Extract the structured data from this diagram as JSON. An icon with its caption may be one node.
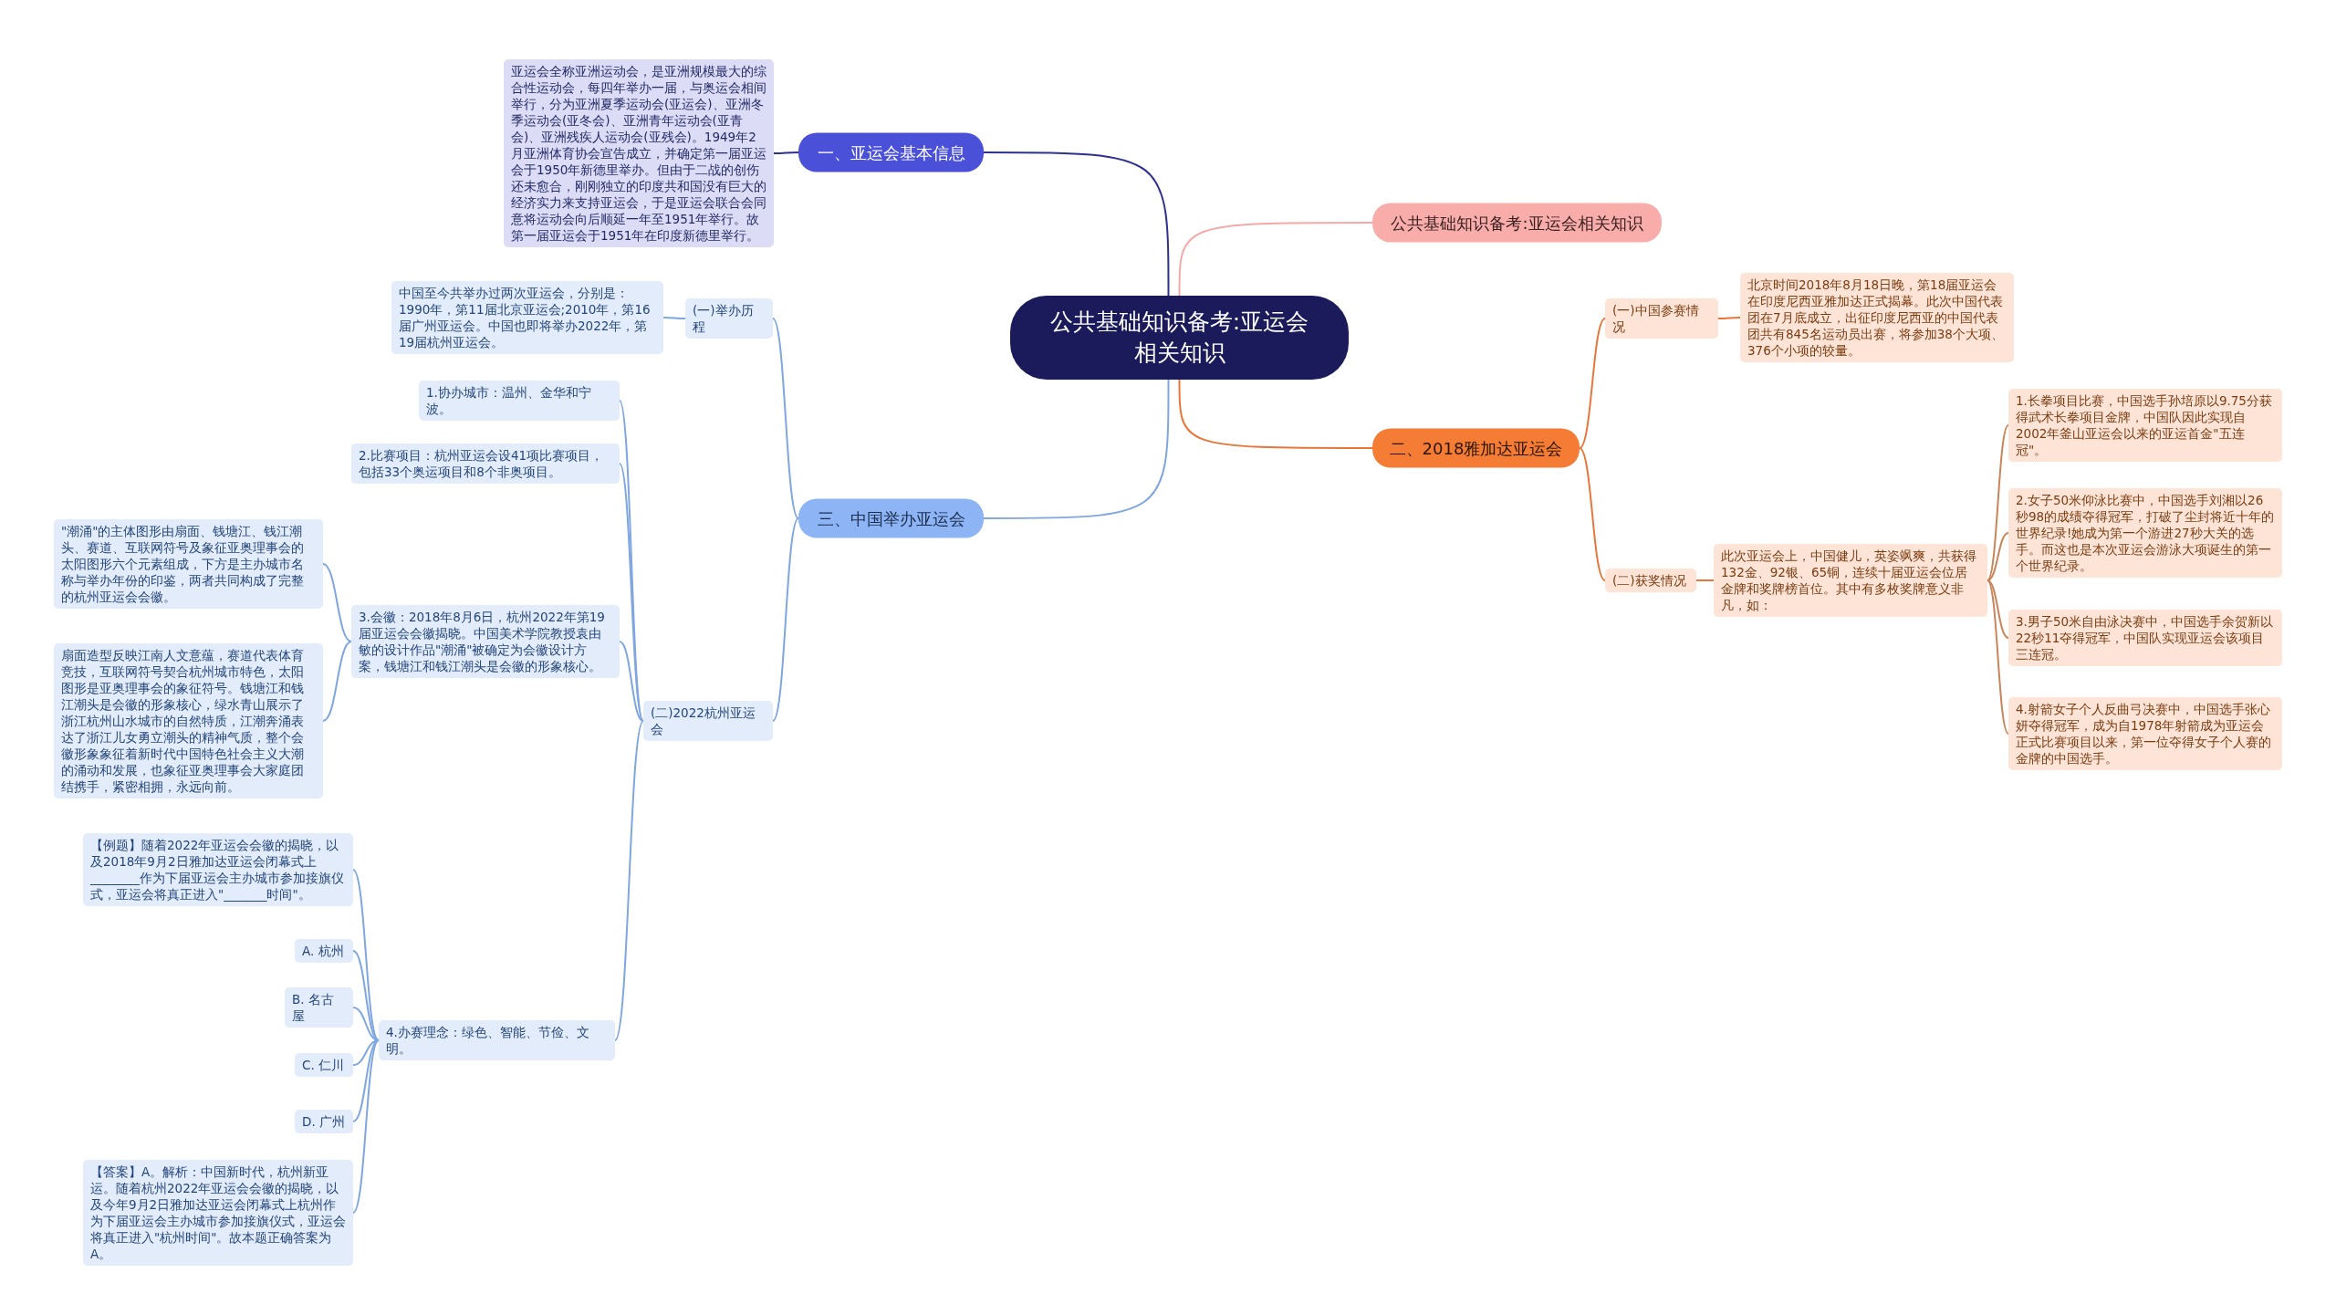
{
  "diagram": {
    "nodes": [
      {
        "text": [
          "公共基础知识备考:亚运会相关知识"
        ]
      },
      {
        "text": [
          "一、亚运会基本信息"
        ]
      },
      {
        "text": [
          "亚运会全称亚洲运动会，是亚洲规模最大的综合性运动会，每四年举办一届，与奥运会相间举行，分为亚洲夏季运动会(亚运会)、亚洲冬季运动会(亚冬会)、亚洲青年运动会(亚青会)、亚洲残疾人运动会(亚残会)。1949年2月亚洲体育协会宣告成立，并确定第一届亚运会于1950年新德里举办。但由于二战的创伤还未愈合，刚刚独立的印度共和国没有巨大的经济实力来支持亚运会，于是亚运会联合会同意将运动会向后顺延一年至1951年举行。故第一届亚运会于1951年在印度新德里举行。"
        ]
      },
      {
        "text": [
          "公共基础知识备考:亚运会相关知识"
        ]
      },
      {
        "text": [
          "二、2018雅加达亚运会"
        ]
      },
      {
        "text": [
          "(一)中国参赛情况"
        ]
      },
      {
        "text": [
          "北京时间2018年8月18日晚，第18届亚运会在印度尼西亚雅加达正式揭幕。此次中国代表团在7月底成立，出征印度尼西亚的中国代表团共有845名运动员出赛，将参加38个大项、376个小项的较量。"
        ]
      },
      {
        "text": [
          "(二)获奖情况"
        ]
      },
      {
        "text": [
          "此次亚运会上，中国健儿，英姿飒爽，共获得132金、92银、65铜，连续十届亚运会位居金牌和奖牌榜首位。其中有多枚奖牌意义非凡，如："
        ]
      },
      {
        "text": [
          "1.长拳项目比赛，中国选手孙培原以9.75分获得武术长拳项目金牌，中国队因此实现自2002年釜山亚运会以来的亚运首金\"五连冠\"。"
        ]
      },
      {
        "text": [
          "2.女子50米仰泳比赛中，中国选手刘湘以26秒98的成绩夺得冠军，打破了尘封将近十年的世界纪录!她成为第一个游进27秒大关的选手。而这也是本次亚运会游泳大项诞生的第一个世界纪录。"
        ]
      },
      {
        "text": [
          "3.男子50米自由泳决赛中，中国选手余贺新以22秒11夺得冠军，中国队实现亚运会该项目三连冠。"
        ]
      },
      {
        "text": [
          "4.射箭女子个人反曲弓决赛中，中国选手张心妍夺得冠军，成为自1978年射箭成为亚运会正式比赛项目以来，第一位夺得女子个人赛的金牌的中国选手。"
        ]
      },
      {
        "text": [
          "三、中国举办亚运会"
        ]
      },
      {
        "text": [
          "(一)举办历程"
        ]
      },
      {
        "text": [
          "中国至今共举办过两次亚运会，分别是：1990年，第11届北京亚运会;2010年，第16届广州亚运会。中国也即将举办2022年，第19届杭州亚运会。"
        ]
      },
      {
        "text": [
          "(二)2022杭州亚运会"
        ]
      },
      {
        "text": [
          "1.协办城市：温州、金华和宁波。"
        ]
      },
      {
        "text": [
          "2.比赛项目：杭州亚运会设41项比赛项目，包括33个奥运项目和8个非奥项目。"
        ]
      },
      {
        "text": [
          "3.会徽：2018年8月6日，杭州2022年第19届亚运会会徽揭晓。中国美术学院教授袁由敏的设计作品\"潮涌\"被确定为会徽设计方案，钱塘江和钱江潮头是会徽的形象核心。"
        ]
      },
      {
        "text": [
          "\"潮涌\"的主体图形由扇面、钱塘江、钱江潮头、赛道、互联网符号及象征亚奥理事会的太阳图形六个元素组成，下方是主办城市名称与举办年份的印鉴，两者共同构成了完整的杭州亚运会会徽。"
        ]
      },
      {
        "text": [
          "扇面造型反映江南人文意蕴，赛道代表体育竞技，互联网符号契合杭州城市特色，太阳图形是亚奥理事会的象征符号。钱塘江和钱江潮头是会徽的形象核心，绿水青山展示了浙江杭州山水城市的自然特质，江潮奔涌表达了浙江儿女勇立潮头的精神气质，整个会徽形象象征着新时代中国特色社会主义大潮的涌动和发展，也象征亚奥理事会大家庭团结携手，紧密相拥，永远向前。"
        ]
      },
      {
        "text": [
          "4.办赛理念：绿色、智能、节俭、文明。"
        ]
      },
      {
        "text": [
          "【例题】随着2022年亚运会会徽的揭晓，以及2018年9月2日雅加达亚运会闭幕式上________作为下届亚运会主办城市参加接旗仪式，亚运会将真正进入\"_______时间\"。"
        ]
      },
      {
        "text": [
          "A. 杭州"
        ]
      },
      {
        "text": [
          "B. 名古屋"
        ]
      },
      {
        "text": [
          "C. 仁川"
        ]
      },
      {
        "text": [
          "D. 广州"
        ]
      },
      {
        "text": [
          "【答案】A。解析：中国新时代，杭州新亚运。随着杭州2022年亚运会会徽的揭晓，以及今年9月2日雅加达亚运会闭幕式上杭州作为下届亚运会主办城市参加接旗仪式，亚运会将真正进入\"杭州时间\"。故本题正确答案为A。"
        ]
      }
    ],
    "edges": [
      {
        "from": 0,
        "to": 1,
        "arrow": "none",
        "color": "#2e3192"
      },
      {
        "from": 1,
        "to": 2,
        "arrow": "none",
        "color": "#2e3192"
      },
      {
        "from": 0,
        "to": 3,
        "arrow": "none",
        "color": "#f4a9a8"
      },
      {
        "from": 0,
        "to": 4,
        "arrow": "none",
        "color": "#e8763a"
      },
      {
        "from": 4,
        "to": 5,
        "arrow": "none",
        "color": "#e8763a"
      },
      {
        "from": 5,
        "to": 6,
        "arrow": "none",
        "color": "#e8763a"
      },
      {
        "from": 4,
        "to": 7,
        "arrow": "none",
        "color": "#e8763a"
      },
      {
        "from": 7,
        "to": 8,
        "arrow": "none",
        "color": "#e8763a"
      },
      {
        "from": 8,
        "to": 9,
        "arrow": "none",
        "color": "#c9845a"
      },
      {
        "from": 8,
        "to": 10,
        "arrow": "none",
        "color": "#c9845a"
      },
      {
        "from": 8,
        "to": 11,
        "arrow": "none",
        "color": "#c9845a"
      },
      {
        "from": 8,
        "to": 12,
        "arrow": "none",
        "color": "#c9845a"
      },
      {
        "from": 0,
        "to": 13,
        "arrow": "none"
      },
      {
        "from": 13,
        "to": 14,
        "arrow": "none"
      },
      {
        "from": 14,
        "to": 15,
        "arrow": "none"
      },
      {
        "from": 13,
        "to": 16,
        "arrow": "none"
      },
      {
        "from": 16,
        "to": 17,
        "arrow": "none"
      },
      {
        "from": 16,
        "to": 18,
        "arrow": "none"
      },
      {
        "from": 16,
        "to": 19,
        "arrow": "none"
      },
      {
        "from": 19,
        "to": 20,
        "arrow": "none"
      },
      {
        "from": 19,
        "to": 21,
        "arrow": "none"
      },
      {
        "from": 16,
        "to": 22,
        "arrow": "none"
      },
      {
        "from": 22,
        "to": 23,
        "arrow": "none"
      },
      {
        "from": 22,
        "to": 24,
        "arrow": "none"
      },
      {
        "from": 22,
        "to": 25,
        "arrow": "none"
      },
      {
        "from": 22,
        "to": 26,
        "arrow": "none"
      },
      {
        "from": 22,
        "to": 27,
        "arrow": "none"
      },
      {
        "from": 22,
        "to": 28,
        "arrow": "none"
      }
    ]
  }
}
